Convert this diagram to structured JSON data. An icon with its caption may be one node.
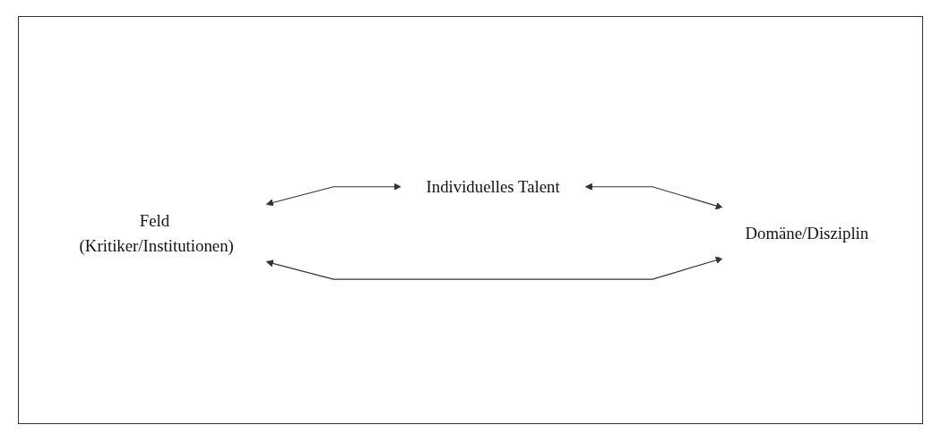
{
  "diagram": {
    "nodes": [
      {
        "text": [
          "Individuelles Talent"
        ]
      },
      {
        "text": [
          "Feld (Kritiker/Institutionen)"
        ]
      },
      {
        "text": [
          "Domäne/Disziplin"
        ]
      }
    ],
    "edges": [
      {
        "from": 1,
        "to": 0,
        "arrow": "both"
      },
      {
        "from": 0,
        "to": 2,
        "arrow": "both"
      },
      {
        "from": 1,
        "to": 2,
        "arrow": "both"
      }
    ]
  }
}
